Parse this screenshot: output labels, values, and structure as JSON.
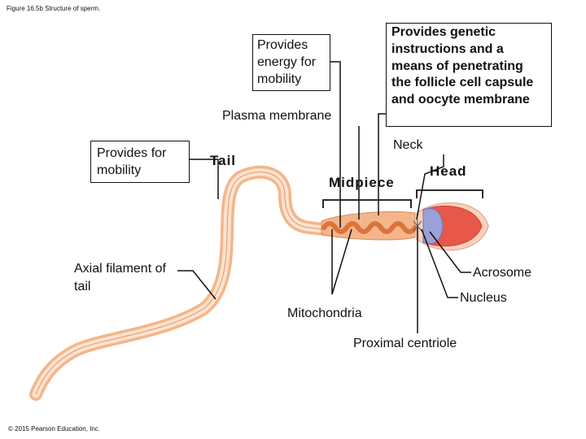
{
  "figure_caption": "Figure 16.5b Structure of sperm.",
  "copyright": "© 2015 Pearson Education, Inc.",
  "boxes": {
    "energy": "Provides energy for mobility",
    "genetic": "Provides genetic instructions and a means of penetrating the follicle cell capsule and oocyte membrane",
    "tail_function": "Provides for mobility"
  },
  "labels": {
    "plasma_membrane": "Plasma membrane",
    "neck": "Neck",
    "tail": "Tail",
    "head": "Head",
    "midpiece": "Midpiece",
    "axial_filament": "Axial filament of tail",
    "acrosome": "Acrosome",
    "nucleus": "Nucleus",
    "mitochondria": "Mitochondria",
    "proximal_centriole": "Proximal centriole"
  },
  "colors": {
    "tail_outer": "#f4b58a",
    "tail_inner": "#fde3cf",
    "mitochondria": "#d9743c",
    "nucleus": "#e8584a",
    "acrosome": "#9aa0d8"
  }
}
